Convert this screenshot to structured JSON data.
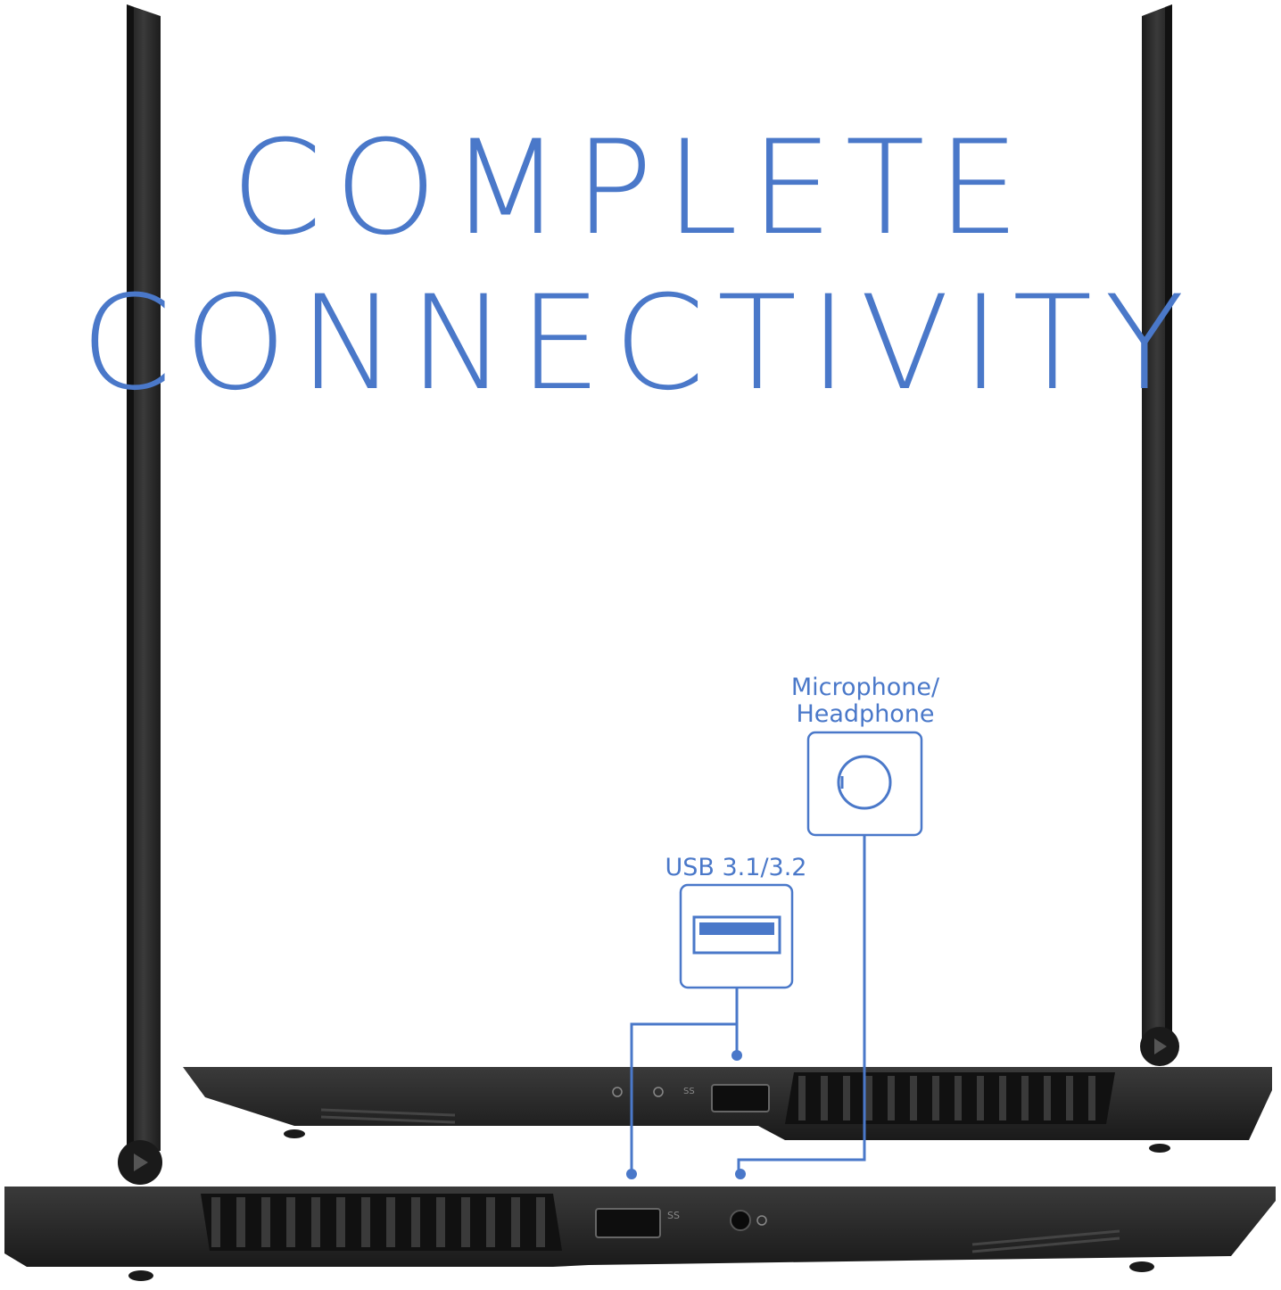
{
  "headline": {
    "line1": "COMPLETE",
    "line2": "CONNECTIVITY"
  },
  "callouts": {
    "mic_line1": "Microphone/",
    "mic_line2": "Headphone",
    "usb": "USB 3.1/3.2"
  },
  "port_markings": {
    "superspeed": "SS"
  },
  "colors": {
    "accent": "#4a78c9",
    "chassis": "#2b2b2b",
    "chassis_dark": "#151515",
    "background": "#ffffff"
  },
  "icons": {
    "power": "power-icon",
    "headphone": "headphone-icon",
    "usb": "usb-symbol-icon",
    "brand": "brand-logo-icon"
  }
}
